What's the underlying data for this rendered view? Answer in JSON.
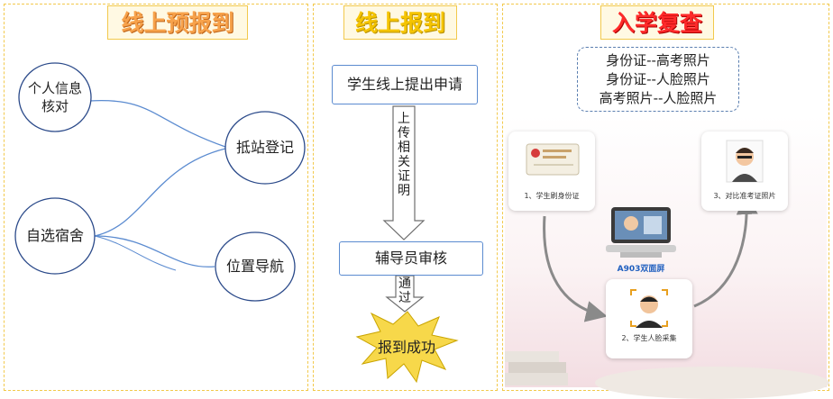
{
  "panel1": {
    "title": "线上预报到",
    "nodes": {
      "personal_line1": "个人信息",
      "personal_line2": "核对",
      "dorm": "自选宿舍",
      "checkin": "抵站登记",
      "navigation": "位置导航"
    }
  },
  "panel2": {
    "title": "线上报到",
    "apply": "学生线上提出申请",
    "upload_arrow": [
      "上",
      "传",
      "相",
      "关",
      "证",
      "明"
    ],
    "review": "辅导员审核",
    "pass_arrow": [
      "通",
      "过"
    ],
    "success": "报到成功"
  },
  "panel3": {
    "title": "入学复查",
    "checks": [
      "身份证--高考照片",
      "身份证--人脸照片",
      "高考照片--人脸照片"
    ],
    "steps": {
      "swipe_id": "1、学生刷身份证",
      "face_capture": "2、学生人脸采集",
      "compare_photo": "3、对比准考证照片"
    },
    "device_label": "A903双面屏"
  },
  "colors": {
    "panel_border": "#f2c94c",
    "node_border": "#2b4a8a",
    "box_border": "#5b8bd0",
    "connector": "#5b8bd0",
    "burst_fill": "#f7d84a"
  }
}
